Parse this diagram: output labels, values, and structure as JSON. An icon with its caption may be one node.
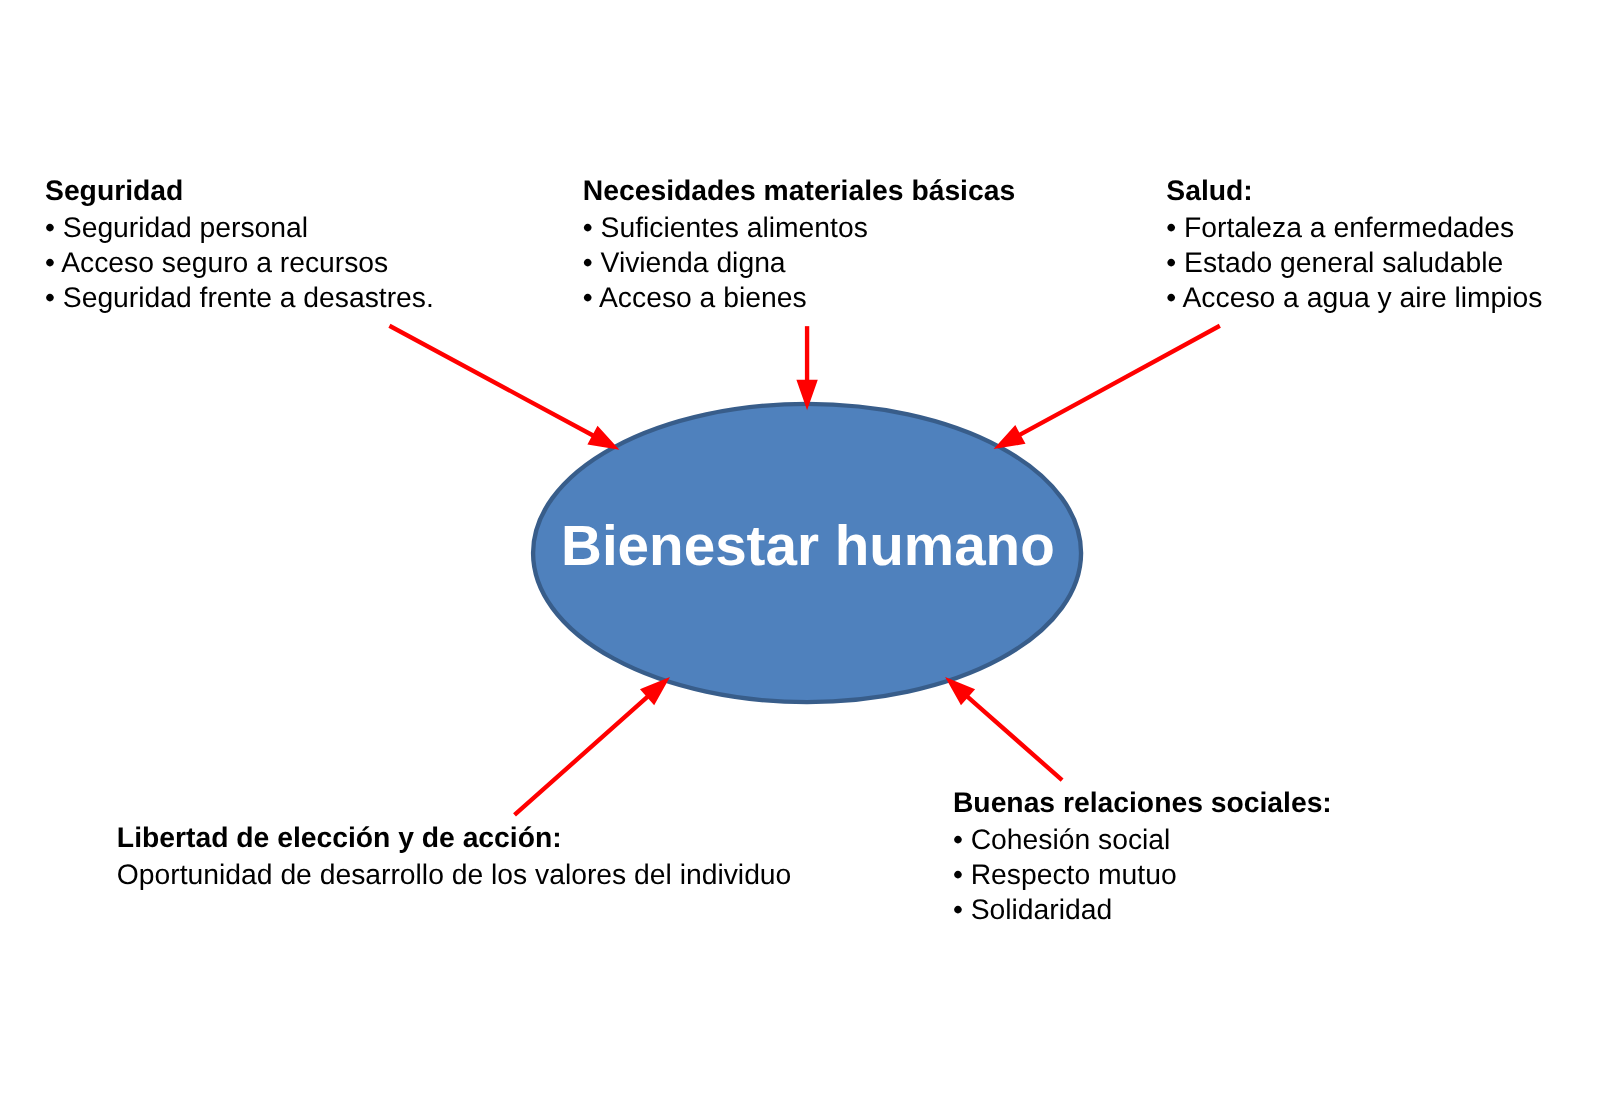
{
  "diagram": {
    "nodes": [
      {
        "text": [
          "Bienestar humano"
        ]
      },
      {
        "text": [
          "Necesidades materiales básicas",
          "• Suficientes alimentos",
          "• Vivienda digna",
          "• Acceso a bienes"
        ]
      },
      {
        "text": [
          "Salud:",
          "• Fortaleza a enfermedades",
          "• Estado general saludable",
          "• Acceso a agua y aire limpios"
        ]
      },
      {
        "text": [
          "Seguridad",
          "• Seguridad personal",
          "• Acceso seguro a recursos",
          "• Seguridad frente a desastres."
        ]
      },
      {
        "text": [
          "Libertad de elección y de acción:",
          "Oportunidad de desarrollo de los valores del individuo"
        ]
      },
      {
        "text": [
          "Buenas relaciones sociales:",
          "• Cohesión social",
          "• Respecto mutuo",
          "• Solidaridad"
        ]
      }
    ],
    "edges": [
      {
        "from": 1,
        "to": 0,
        "arrow": "to"
      },
      {
        "from": 2,
        "to": 0,
        "arrow": "to"
      },
      {
        "from": 3,
        "to": 0,
        "arrow": "to"
      },
      {
        "from": 4,
        "to": 0,
        "arrow": "to"
      },
      {
        "from": 5,
        "to": 0,
        "arrow": "to"
      }
    ]
  }
}
